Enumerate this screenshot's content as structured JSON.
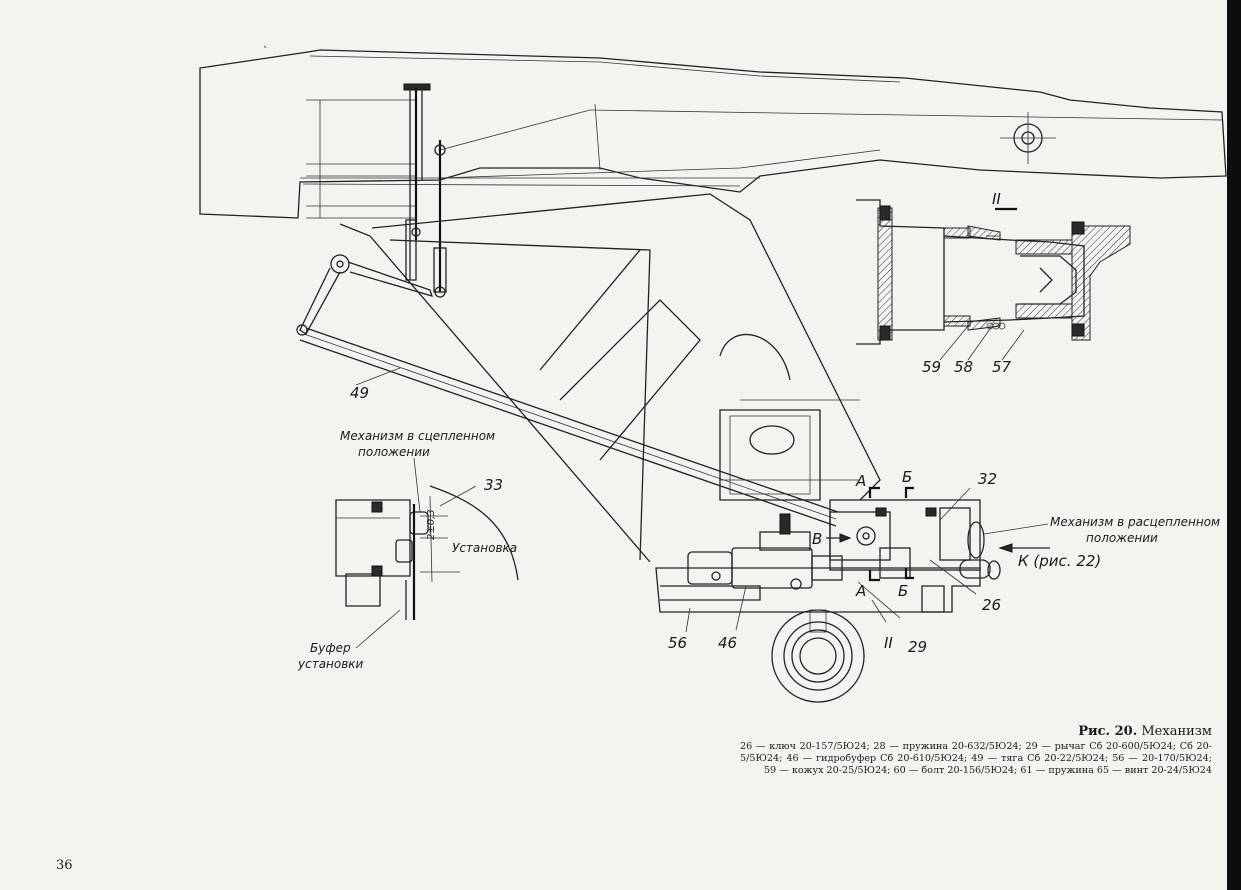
{
  "figure": {
    "label": "Рис. 20.",
    "title": "Механизм",
    "legend": "26 — ключ 20-157/5Ю24; 28 — пружина 20-632/5Ю24; 29 — рычаг Сб 20-600/5Ю24; Сб 20-5/5Ю24; 46 — гидробуфер Сб 20-610/5Ю24; 49 — тяга Сб 20-22/5Ю24; 56 — 20-170/5Ю24; 59 — кожух 20-25/5Ю24; 60 — болт 20-156/5Ю24; 61 — пружина 65 — винт 20-24/5Ю24"
  },
  "page_number": "36",
  "callouts": {
    "detail_view": "II",
    "p59": "59",
    "p58": "58",
    "p57": "57",
    "p49": "49",
    "p33": "33",
    "p32": "32",
    "p26": "26",
    "p29": "29",
    "p46": "46",
    "p56": "56",
    "view_section": "II",
    "section_a_top": "А",
    "section_a_bottom": "А",
    "section_b_top": "Б",
    "section_b_bottom": "Б",
    "view_v": "В",
    "view_k": "К (рис. 22)",
    "dim_value": "2±0,3"
  },
  "annotations": {
    "engaged_line1": "Механизм в сцепленном",
    "engaged_line2": "положении",
    "disengaged_line1": "Механизм в расцепленном",
    "disengaged_line2": "положении",
    "setup": "Установка",
    "buffer_line1": "Буфер",
    "buffer_line2": "установки"
  }
}
